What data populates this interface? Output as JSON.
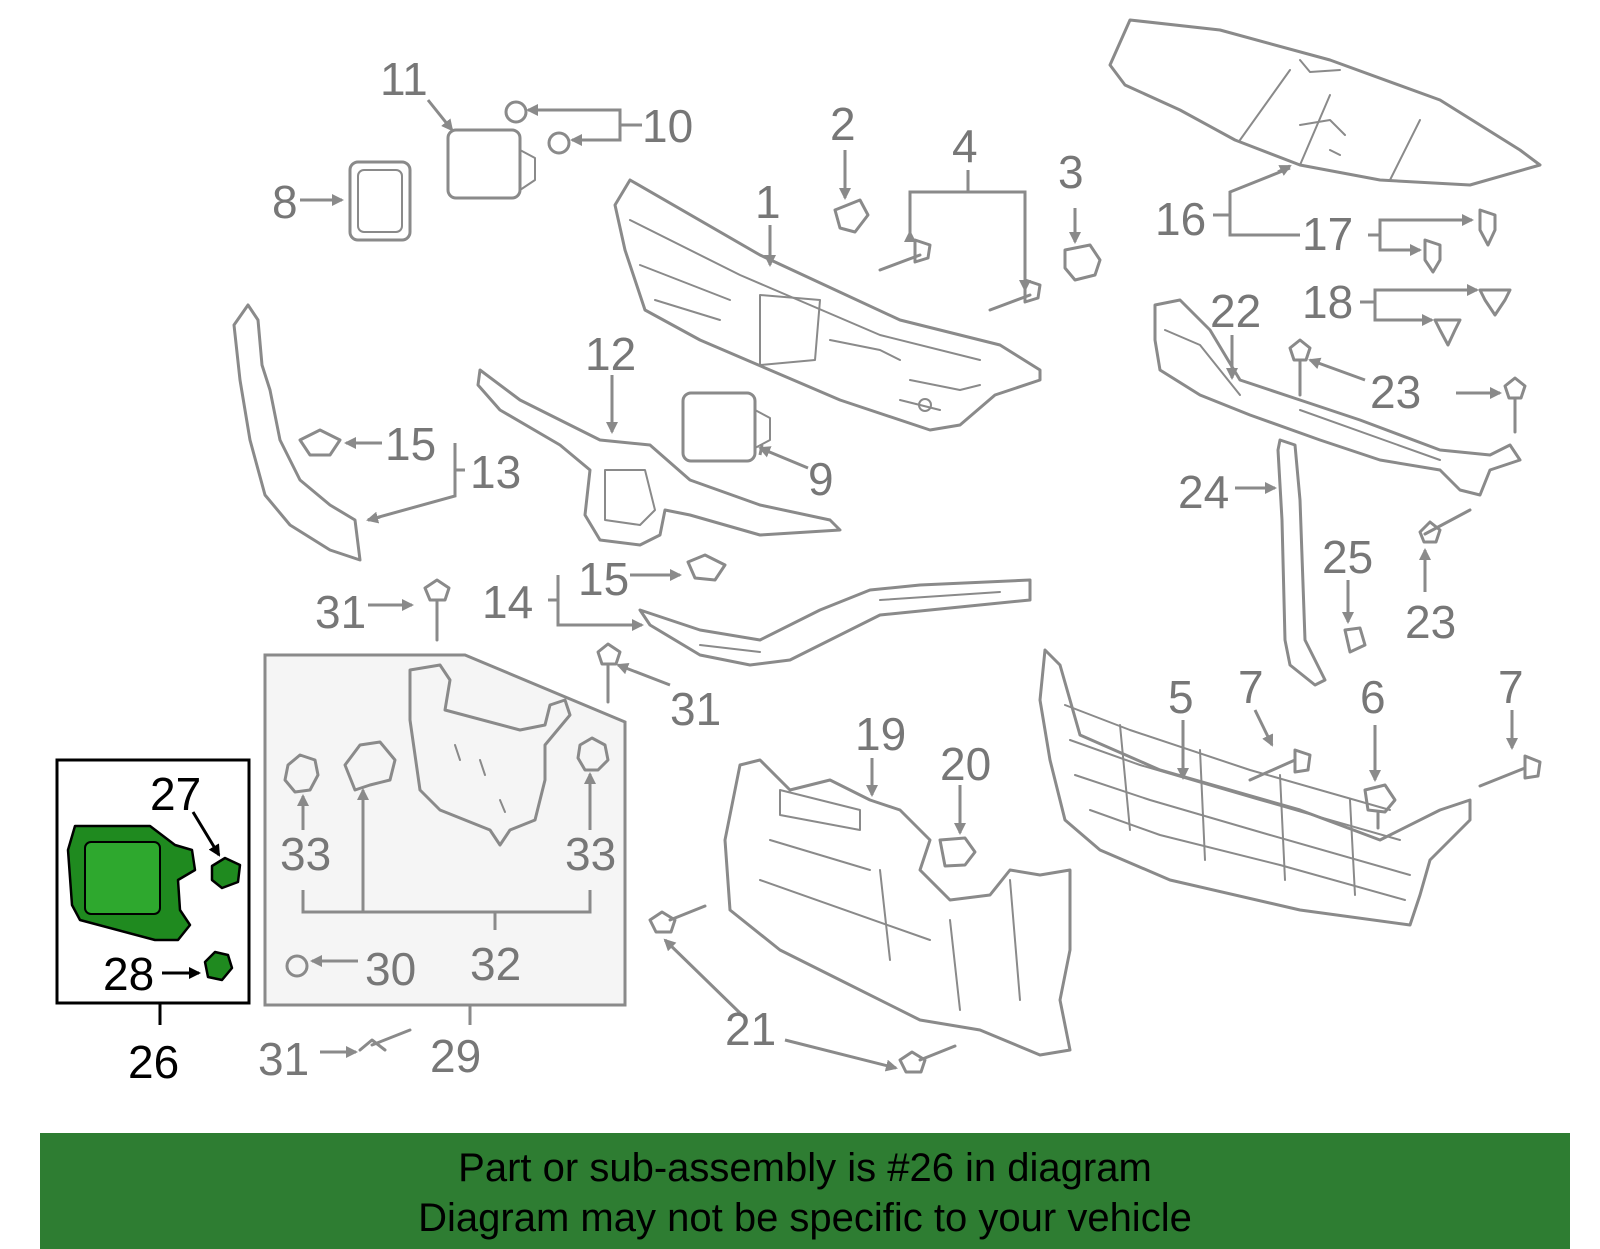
{
  "diagram": {
    "highlighted_part": "26",
    "callouts": [
      "1",
      "2",
      "3",
      "4",
      "5",
      "6",
      "7",
      "7",
      "8",
      "9",
      "10",
      "11",
      "12",
      "13",
      "14",
      "15",
      "15",
      "16",
      "17",
      "18",
      "19",
      "20",
      "21",
      "22",
      "23",
      "23",
      "24",
      "25",
      "26",
      "27",
      "28",
      "29",
      "30",
      "31",
      "31",
      "31",
      "32",
      "33",
      "33"
    ]
  },
  "banner": {
    "line1": "Part or sub-assembly is #26 in diagram",
    "line2": "Diagram may not be specific to your vehicle"
  },
  "colors": {
    "banner_bg": "#2e7d32",
    "highlight_part": "#1f8a1f",
    "line_gray": "#8a8a8a",
    "subassembly_box_bg": "#f5f5f5"
  }
}
